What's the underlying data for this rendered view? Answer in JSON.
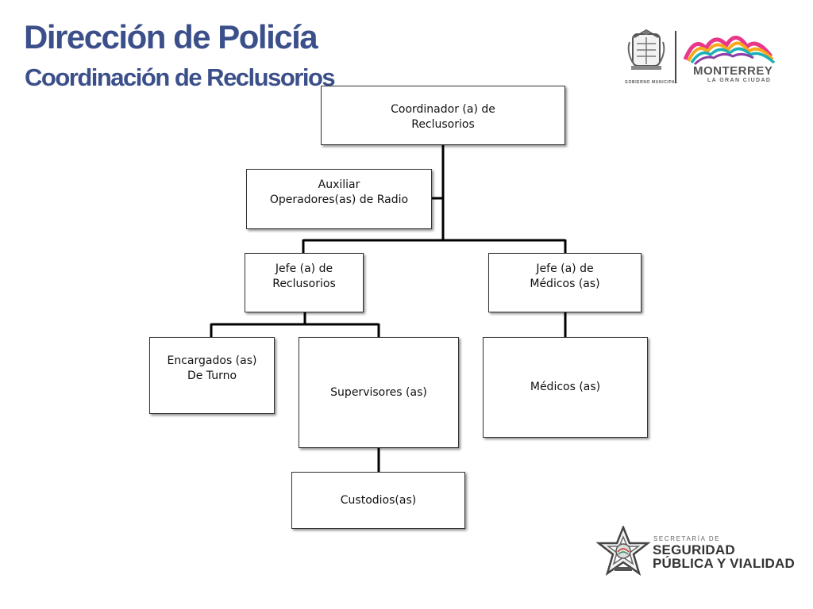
{
  "header": {
    "title": "Dirección de Policía",
    "subtitle": "Coordinación de Reclusorios"
  },
  "logos": {
    "gobierno_label": "GOBIERNO MUNICIPAL",
    "city_name": "MONTERREY",
    "city_tagline": "LA GRAN CIUDAD",
    "secretaria_prefix": "SECRETARÍA DE",
    "secretaria_line1": "SEGURIDAD",
    "secretaria_line2": "PÚBLICA Y VIALIDAD"
  },
  "org_chart": {
    "coordinador": {
      "line1": "Coordinador (a) de",
      "line2": "Reclusorios"
    },
    "auxiliar": {
      "line1": "Auxiliar",
      "line2": "Operadores(as) de Radio"
    },
    "jefe_reclusorios": {
      "line1": "Jefe (a) de",
      "line2": "Reclusorios"
    },
    "jefe_medicos": {
      "line1": "Jefe (a) de",
      "line2": "Médicos (as)"
    },
    "encargados": {
      "line1": "Encargados (as)",
      "line2": "De Turno"
    },
    "supervisores": {
      "line1": "Supervisores (as)"
    },
    "medicos": {
      "line1": "Médicos (as)"
    },
    "custodios": {
      "line1": "Custodios(as)"
    }
  },
  "colors": {
    "title": "#3b4f8a",
    "connector": "#000000"
  }
}
